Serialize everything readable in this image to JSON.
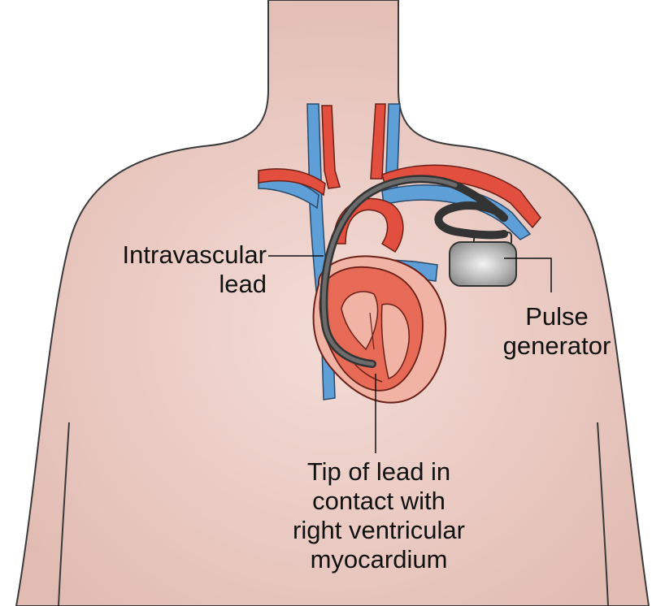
{
  "colors": {
    "skin": "#eccdc6",
    "skin_outline": "#3a3a3a",
    "vein_blue": "#5f9fd8",
    "artery_red": "#e34f3e",
    "heart_red": "#e66a55",
    "heart_light": "#f1b3a4",
    "lead_dark": "#5a5a5a",
    "generator_gray": "#a8a8a8"
  },
  "labels": {
    "intravascular_lead": [
      "Intravascular",
      "lead"
    ],
    "pulse_generator": [
      "Pulse",
      "generator"
    ],
    "lead_tip": [
      "Tip of lead in",
      "contact with",
      "right ventricular",
      "myocardium"
    ]
  },
  "icons": {
    "heart": "heart-illustration-icon",
    "pacemaker": "pulse-generator-icon"
  }
}
